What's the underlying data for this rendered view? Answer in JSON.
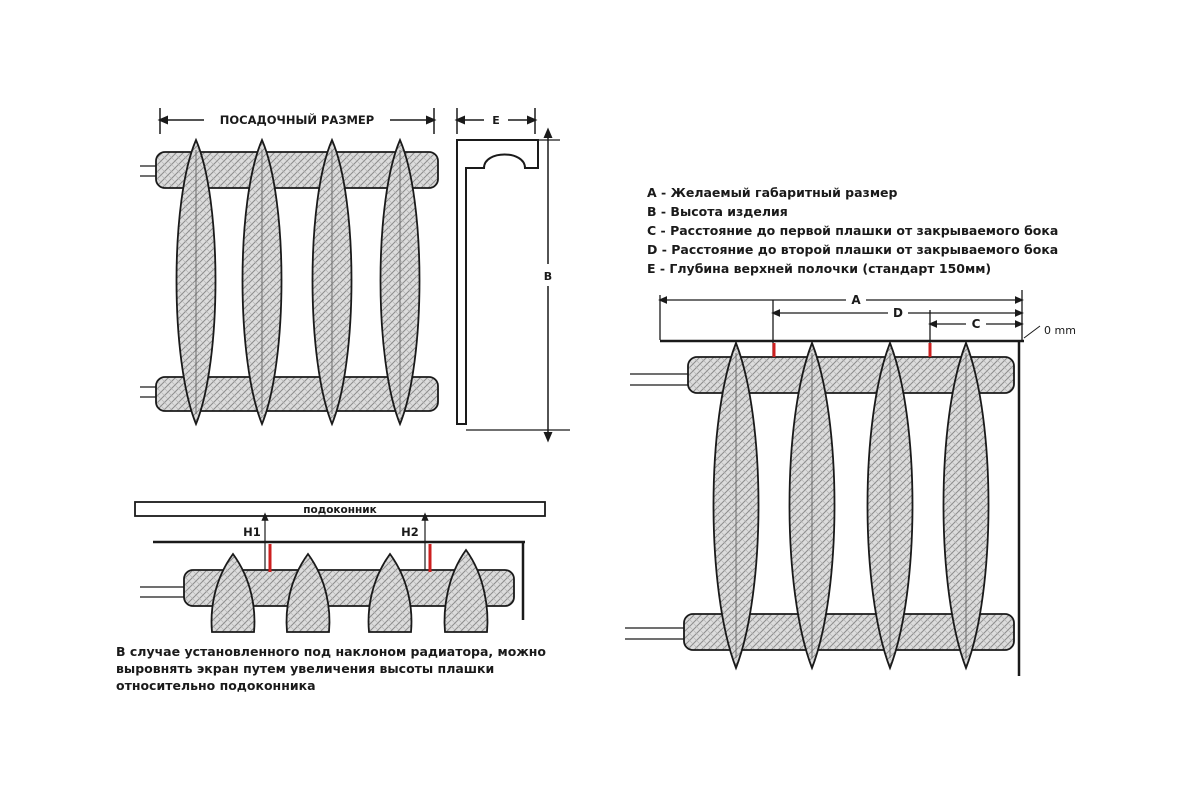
{
  "top_left": {
    "width_label": "ПОСАДОЧНЫЙ РАЗМЕР"
  },
  "side_view": {
    "depth_label": "E",
    "height_label": "B"
  },
  "legend": {
    "items": [
      "A - Желаемый габаритный размер",
      "B - Высота изделия",
      "C - Расстояние до первой плашки от закрываемого бока",
      "D - Расстояние до второй плашки от закрываемого бока",
      "E - Глубина верхней полочки (стандарт 150мм)"
    ]
  },
  "right_view": {
    "dim_a": "A",
    "dim_d": "D",
    "dim_c": "C",
    "zero_label": "0 mm"
  },
  "bottom_view": {
    "sill_label": "подоконник",
    "h1_label": "H1",
    "h2_label": "H2"
  },
  "note": {
    "lines": [
      "В случае установленного под наклоном радиатора, можно",
      "выровнять экран путем увеличения высоты плашки",
      "относительно подоконника"
    ]
  },
  "colors": {
    "line": "#1a1a1a",
    "marker": "#cc1f1f",
    "hatch": "#9a9a9a"
  }
}
